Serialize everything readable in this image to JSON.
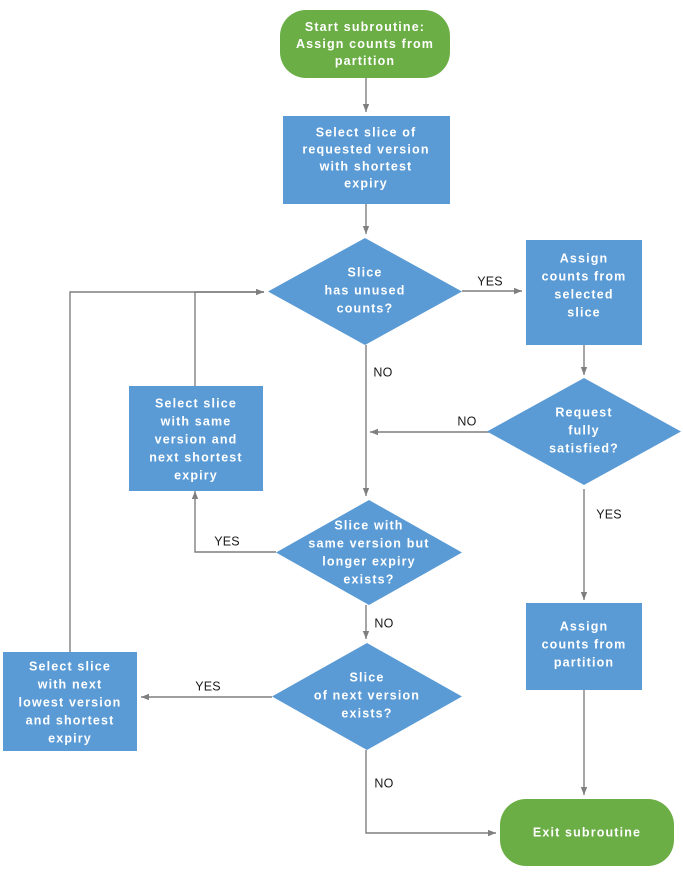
{
  "diagram": {
    "title": "Assign counts from partition subroutine flowchart",
    "colors": {
      "terminator_fill": "#6BAE45",
      "process_fill": "#5B9BD5",
      "decision_fill": "#5B9BD5",
      "connector_stroke": "#7f7f7f",
      "node_text": "#ffffff",
      "edge_text": "#1a1a1a",
      "background": "#ffffff"
    },
    "nodes": [
      {
        "id": "start",
        "type": "terminator",
        "lines": [
          "Start subroutine:",
          "Assign counts from",
          "partition"
        ]
      },
      {
        "id": "select-requested",
        "type": "process",
        "lines": [
          "Select slice of",
          "requested version",
          "with shortest",
          "expiry"
        ]
      },
      {
        "id": "has-unused",
        "type": "decision",
        "lines": [
          "Slice",
          "has unused",
          "counts?"
        ]
      },
      {
        "id": "assign-selected",
        "type": "process",
        "lines": [
          "Assign",
          "counts from",
          "selected",
          "slice"
        ]
      },
      {
        "id": "request-satisfied",
        "type": "decision",
        "lines": [
          "Request",
          "fully",
          "satisfied?"
        ]
      },
      {
        "id": "select-same-version",
        "type": "process",
        "lines": [
          "Select slice",
          "with same",
          "version and",
          "next shortest",
          "expiry"
        ]
      },
      {
        "id": "longer-expiry-exists",
        "type": "decision",
        "lines": [
          "Slice with",
          "same version but",
          "longer expiry",
          "exists?"
        ]
      },
      {
        "id": "select-next-lowest",
        "type": "process",
        "lines": [
          "Select slice",
          "with next",
          "lowest version",
          "and shortest",
          "expiry"
        ]
      },
      {
        "id": "next-version-exists",
        "type": "decision",
        "lines": [
          "Slice",
          "of next version",
          "exists?"
        ]
      },
      {
        "id": "assign-partition",
        "type": "process",
        "lines": [
          "Assign",
          "counts from",
          "partition"
        ]
      },
      {
        "id": "exit",
        "type": "terminator",
        "lines": [
          "Exit subroutine"
        ]
      }
    ],
    "edges": [
      {
        "id": "e-has-unused-yes",
        "label": "YES"
      },
      {
        "id": "e-has-unused-no",
        "label": "NO"
      },
      {
        "id": "e-satisfied-no",
        "label": "NO"
      },
      {
        "id": "e-satisfied-yes",
        "label": "YES"
      },
      {
        "id": "e-longer-expiry-yes",
        "label": "YES"
      },
      {
        "id": "e-longer-expiry-no",
        "label": "NO"
      },
      {
        "id": "e-next-version-yes",
        "label": "YES"
      },
      {
        "id": "e-next-version-no",
        "label": "NO"
      }
    ]
  }
}
